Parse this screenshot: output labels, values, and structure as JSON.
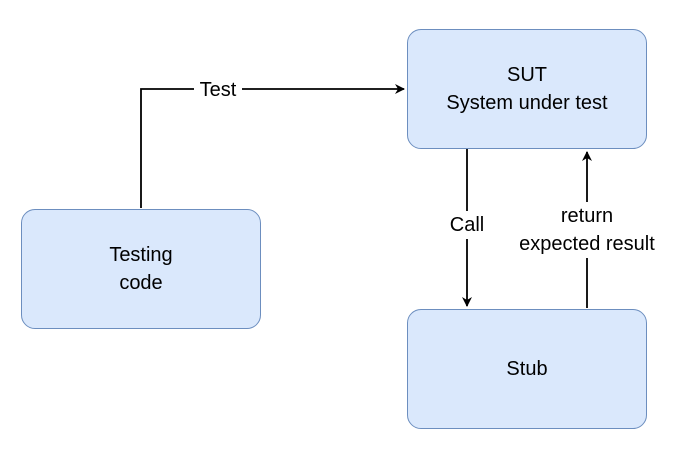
{
  "nodes": {
    "sut": {
      "label": "SUT\nSystem under test"
    },
    "testing_code": {
      "label": "Testing\ncode"
    },
    "stub": {
      "label": "Stub"
    }
  },
  "edges": {
    "test": {
      "label": "Test"
    },
    "call": {
      "label": "Call"
    },
    "return": {
      "label": "return\nexpected result"
    }
  },
  "colors": {
    "node_fill": "#dae8fc",
    "node_stroke": "#6c8ebf",
    "edge": "#000000"
  }
}
